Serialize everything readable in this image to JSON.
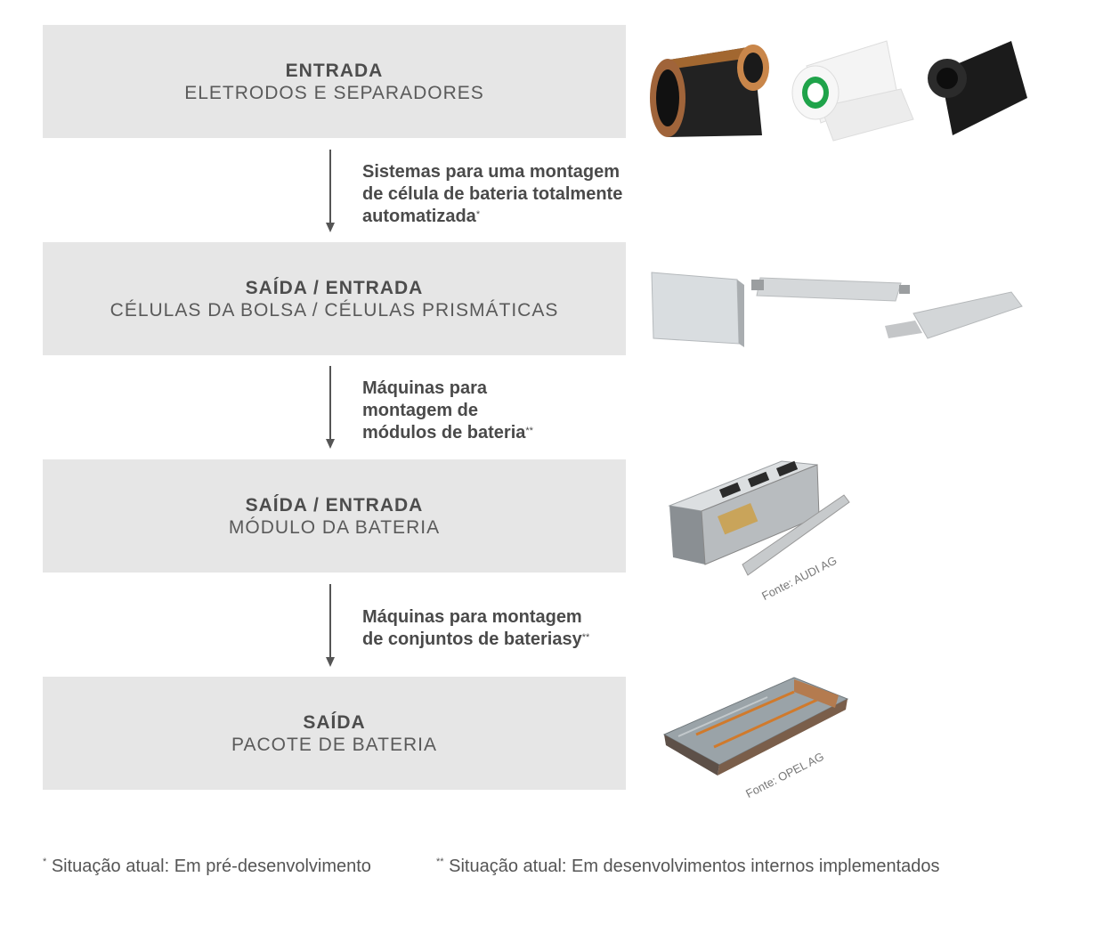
{
  "stages": [
    {
      "title": "ENTRADA",
      "subtitle": "ELETRODOS E SEPARADORES"
    },
    {
      "title": "SAÍDA / ENTRADA",
      "subtitle": "CÉLULAS DA BOLSA / CÉLULAS PRISMÁTICAS"
    },
    {
      "title": "SAÍDA / ENTRADA",
      "subtitle": "MÓDULO DA BATERIA"
    },
    {
      "title": "SAÍDA",
      "subtitle": "PACOTE DE BATERIA"
    }
  ],
  "steps": [
    {
      "lines": [
        "Sistemas para uma montagem",
        "de célula de bateria totalmente",
        "automatizada"
      ],
      "mark": "*"
    },
    {
      "lines": [
        "Máquinas para",
        "montagem de",
        "módulos de bateria"
      ],
      "mark": "**"
    },
    {
      "lines": [
        "Máquinas para montagem",
        "de conjuntos de bateriasy"
      ],
      "mark": "**"
    }
  ],
  "credits": {
    "module": "Fonte: AUDI AG",
    "pack": "Fonte: OPEL AG"
  },
  "footnotes": [
    {
      "mark": "*",
      "text": "Situação atual: Em pré-desenvolvimento"
    },
    {
      "mark": "**",
      "text": "Situação atual: Em desenvolvimentos internos implementados"
    }
  ]
}
